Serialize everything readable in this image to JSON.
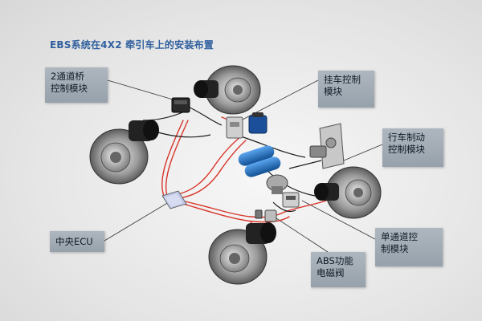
{
  "title": "EBS系统在4X2 牵引车上的安装布置",
  "labels": {
    "axle_module_line1": "2通道桥",
    "axle_module_line2": "控制模块",
    "trailer_module_line1": "挂车控制",
    "trailer_module_line2": "模块",
    "brake_module_line1": "行车制动",
    "brake_module_line2": "控制模块",
    "central_ecu": "中央ECU",
    "single_module_line1": "单通道控",
    "single_module_line2": "制模块",
    "abs_valve_line1": "ABS功能",
    "abs_valve_line2": "电磁阀"
  },
  "colors": {
    "title": "#2f5f9e",
    "label_bg": "#a3adb6",
    "wire_red": "#d8342a",
    "tank_blue": "#1f6fbf"
  }
}
